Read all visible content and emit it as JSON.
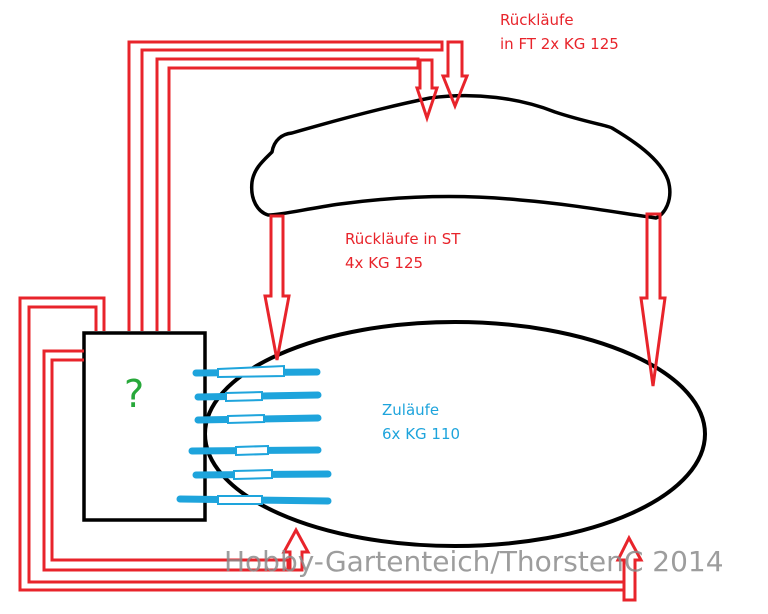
{
  "labels": {
    "ruecklaeufe_ft_line1": "Rückläufe",
    "ruecklaeufe_ft_line2": "in FT 2x KG 125",
    "ruecklaeufe_st_line1": "Rückläufe in ST",
    "ruecklaeufe_st_line2": "4x KG 125",
    "zulaeufe_line1": "Zuläufe",
    "zulaeufe_line2": "6x KG 110",
    "unknown_box": "?"
  },
  "watermark": "Hobby-Gartenteich/ThorstenC 2014",
  "colors": {
    "return_pipes": "#e8242b",
    "supply_pipes": "#1ea4dc",
    "outline": "#000000",
    "question_mark": "#27a83a"
  }
}
